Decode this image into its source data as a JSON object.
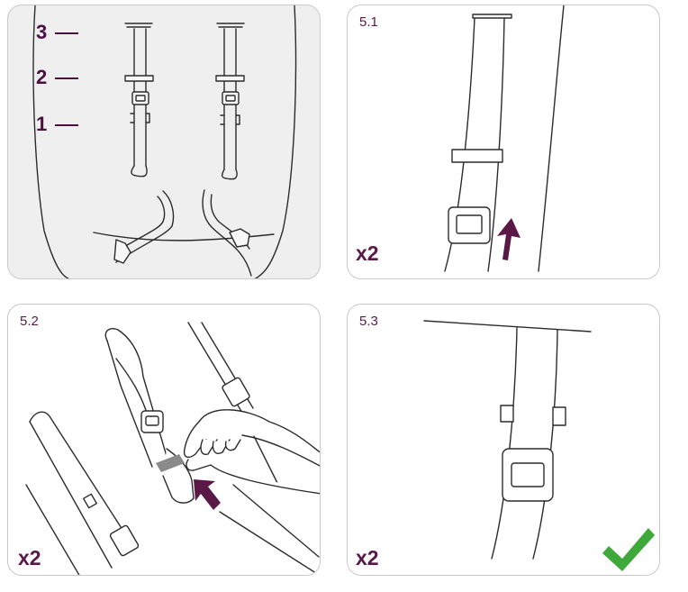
{
  "colors": {
    "panel_fill_shaded": "#efefef",
    "line": "#2b2b2b",
    "accent": "#5a1846",
    "check": "#3fa83a"
  },
  "panel_a": {
    "heights": [
      "3",
      "2",
      "1"
    ]
  },
  "panel_51": {
    "step": "5.1",
    "mult": "x2",
    "icon": "arrow-up-icon"
  },
  "panel_52": {
    "step": "5.2",
    "mult": "x2",
    "icon": "arrow-up-left-icon"
  },
  "panel_53": {
    "step": "5.3",
    "mult": "x2",
    "icon": "checkmark-icon"
  }
}
